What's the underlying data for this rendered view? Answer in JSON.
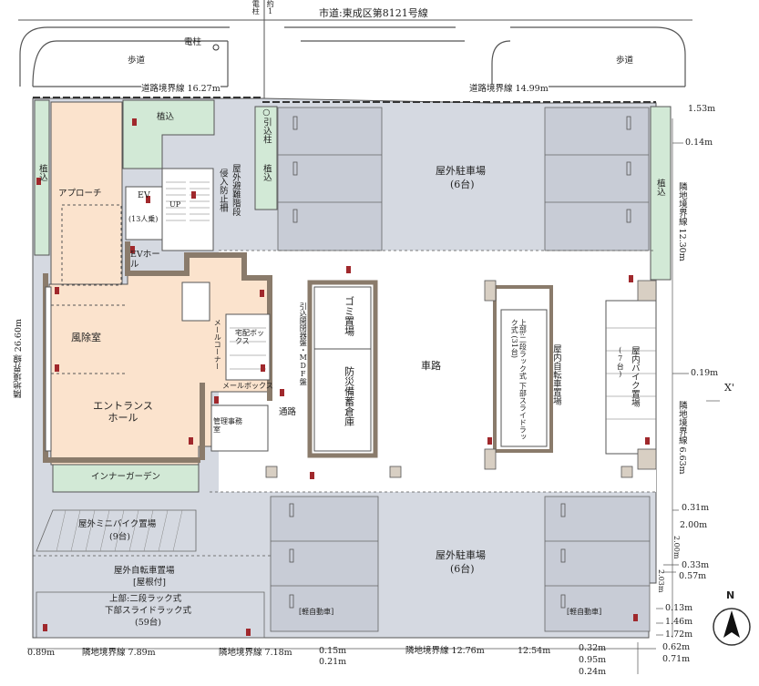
{
  "colors": {
    "pavement": "#d5d9e1",
    "planting": "#d2e9d6",
    "lobby": "#fbe3cd",
    "road": "#ffffff",
    "wall": "#9a8a7a",
    "line": "#555555",
    "marker": "#a0282c"
  },
  "roads": {
    "city_road": "市道:東成区第8121号線",
    "sidewalk_left": "歩道",
    "sidewalk_right": "歩道",
    "utility_pole": "電柱",
    "lead_pole_top": "電柱",
    "lead_pole_top_b": "約1"
  },
  "boundaries": {
    "road_line_left": "道路境界線 16.27m",
    "road_line_right": "道路境界線 14.99m",
    "adjacent_left_vertical": "隣地境界線 26.60m",
    "adjacent_right_vertical_1": "隣地境界線 12.30m",
    "adjacent_right_vertical_2": "隣地境界線 6.63m",
    "bottom_1": "隣地境界線 7.89m",
    "bottom_2": "隣地境界線 7.18m",
    "bottom_3": "隣地境界線 12.76m",
    "bottom_4": "12.54m"
  },
  "dimensions": {
    "d_153": "1.53m",
    "d_014": "0.14m",
    "d_1230": "12.30m",
    "d_019": "0.19m",
    "d_031": "0.31m",
    "d_200": "2.00m",
    "d_033": "0.33m",
    "d_057": "0.57m",
    "d_203": "2.03m",
    "d_013": "0.13m",
    "d_146": "1.46m",
    "d_172": "1.72m",
    "d_062": "0.62m",
    "d_071": "0.71m",
    "d_032": "0.32m",
    "d_095": "0.95m",
    "d_024": "0.24m",
    "d_089": "0.89m",
    "d_015": "0.15m",
    "d_021": "0.21m",
    "d_200_side": "2.00m"
  },
  "spaces": {
    "planting_top": "植込",
    "planting_left": "植込",
    "planting_middle": "植込",
    "planting_right": "植込",
    "approach": "アプローチ",
    "ev": "EV",
    "ev_capacity": "(13人乗)",
    "up": "UP",
    "ev_hall": "EVホール",
    "outdoor_stairs": "屋外避難階段",
    "intrusion_fence": "侵入防止柵",
    "lead_pole": "○引込柱",
    "parking_top": "屋外駐車場",
    "parking_top_count": "(6台)",
    "vestibule": "風除室",
    "entrance_hall": "エントランスホール",
    "mail_corner": "メールコーナー",
    "delivery_box": "宅配ボックス",
    "mail_box": "メールボックス",
    "management": "管理事務室",
    "passage": "通路",
    "lead_pipe": "引込開閉器盤・MDF盤",
    "garbage": "ゴミ置場",
    "disaster_storage": "防災備蓄倉庫",
    "driveway": "車路",
    "bicycle_rack": "上部:二段ラック式 下部スライドラック式 (31台)",
    "indoor_bicycle": "屋内自転車置場",
    "indoor_bike": "屋内バイク置場",
    "indoor_bike_count": "(7台)",
    "inner_garden": "インナーガーデン",
    "mini_bike": "屋外ミニバイク置場",
    "mini_bike_count": "(9台)",
    "outdoor_bicycle": "屋外自転車置場",
    "outdoor_bicycle_roof": "[屋根付]",
    "outdoor_bicycle_rack": "上部:二段ラック式",
    "outdoor_bicycle_rack2": "下部スライドラック式",
    "outdoor_bicycle_count": "(59台)",
    "parking_bottom": "屋外駐車場",
    "parking_bottom_count": "(6台)",
    "light_car_1": "[軽自動車]",
    "light_car_2": "[軽自動車]",
    "section_mark": "X'"
  },
  "compass": {
    "north": "N"
  }
}
